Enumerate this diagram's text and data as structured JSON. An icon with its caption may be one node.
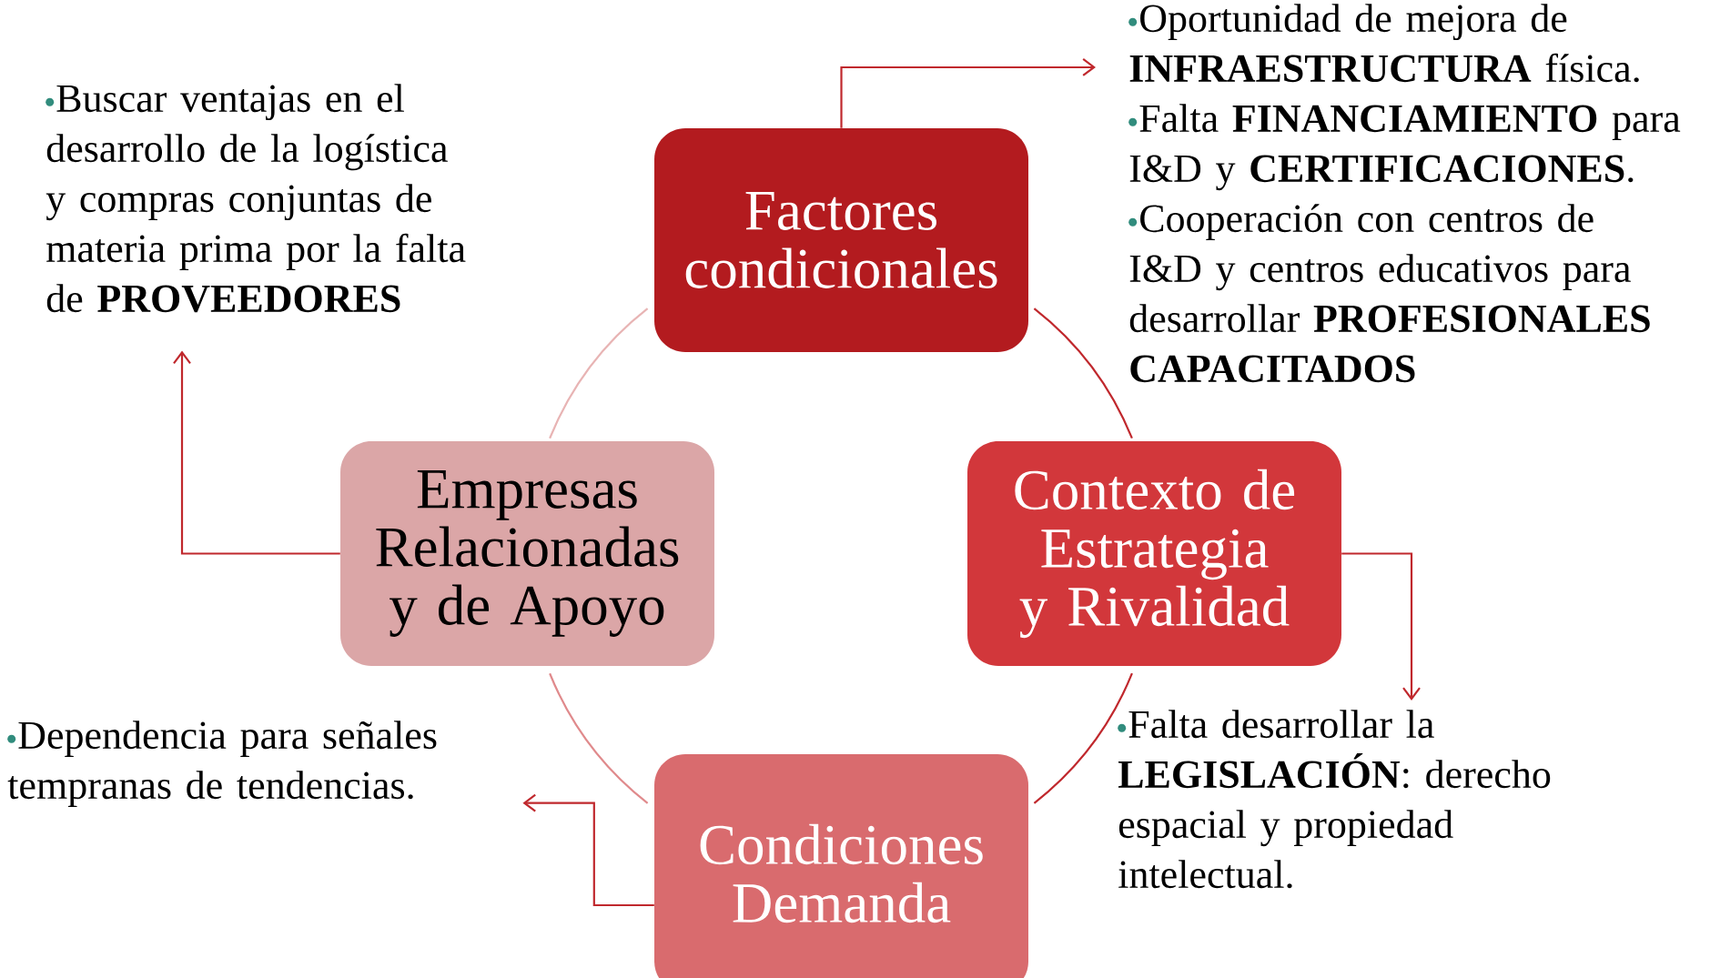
{
  "diagram": {
    "nodes": [
      {
        "text": [
          "Factores condicionales"
        ]
      },
      {
        "text": [
          "Contexto de Estrategia y Rivalidad"
        ]
      },
      {
        "text": [
          "Condiciones Demanda"
        ]
      },
      {
        "text": [
          "Empresas Relacionadas y de Apoyo"
        ]
      },
      {
        "text": [
          "Oportunidad de mejora de **INFRAESTRUCTURA** física.",
          "Falta **FINANCIAMIENTO** para I&D y **CERTIFICACIONES**.",
          "Cooperación con centros de I&D y centros educativos para desarrollar **PROFESIONALES CAPACITADOS**"
        ]
      },
      {
        "text": [
          "Falta desarrollar la **LEGISLACIÓN**: derecho espacial y propiedad intelectual."
        ]
      },
      {
        "text": [
          "Dependencia para señales tempranas de tendencias."
        ]
      },
      {
        "text": [
          "Buscar ventajas en el desarrollo de la logística y compras conjuntas de materia prima por la falta de **PROVEEDORES**"
        ]
      }
    ],
    "edges": [
      {
        "from": 0,
        "to": 4,
        "arrow": "to"
      },
      {
        "from": 1,
        "to": 5,
        "arrow": "to"
      },
      {
        "from": 2,
        "to": 6,
        "arrow": "to"
      },
      {
        "from": 3,
        "to": 7,
        "arrow": "to"
      },
      {
        "from": 0,
        "to": 1,
        "arrow": "none"
      },
      {
        "from": 1,
        "to": 2,
        "arrow": "none"
      },
      {
        "from": 2,
        "to": 3,
        "arrow": "none",
        "color": "#e08a8c"
      },
      {
        "from": 3,
        "to": 0,
        "arrow": "none",
        "color": "#e8b4b4"
      }
    ]
  }
}
